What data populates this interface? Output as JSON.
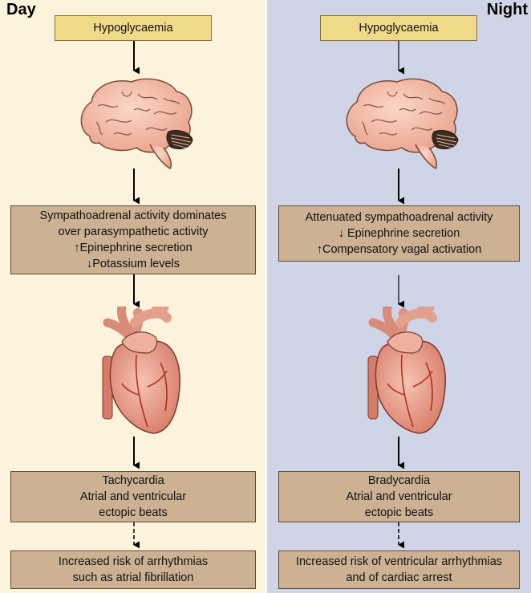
{
  "day": {
    "title": "Day",
    "trigger": "Hypoglycaemia",
    "response_lines": [
      "Sympathoadrenal activity dominates",
      "over parasympathetic activity",
      "↑Epinephrine secretion",
      "↓Potassium levels"
    ],
    "cardiac_lines": [
      "Tachycardia",
      "Atrial and ventricular",
      "ectopic beats"
    ],
    "outcome_lines": [
      "Increased risk of arrhythmias",
      "such as atrial fibrillation"
    ]
  },
  "night": {
    "title": "Night",
    "trigger": "Hypoglycaemia",
    "response_lines": [
      "Attenuated sympathoadrenal activity",
      "↓ Epinephrine secretion",
      "↑Compensatory vagal activation"
    ],
    "cardiac_lines": [
      "Bradycardia",
      "Atrial and ventricular",
      "ectopic beats"
    ],
    "outcome_lines": [
      "Increased risk of ventricular arrhythmias",
      "and of cardiac arrest"
    ]
  },
  "colors": {
    "day_bg": "#fdf3dc",
    "night_bg": "#cfd5e6",
    "trigger_box": "#f1d98a",
    "info_box": "#ccb193",
    "brain": "#f4b9a5",
    "heart": "#e89683"
  },
  "icons": [
    "brain-illustration",
    "heart-illustration",
    "arrow-down",
    "dashed-arrow-down"
  ]
}
